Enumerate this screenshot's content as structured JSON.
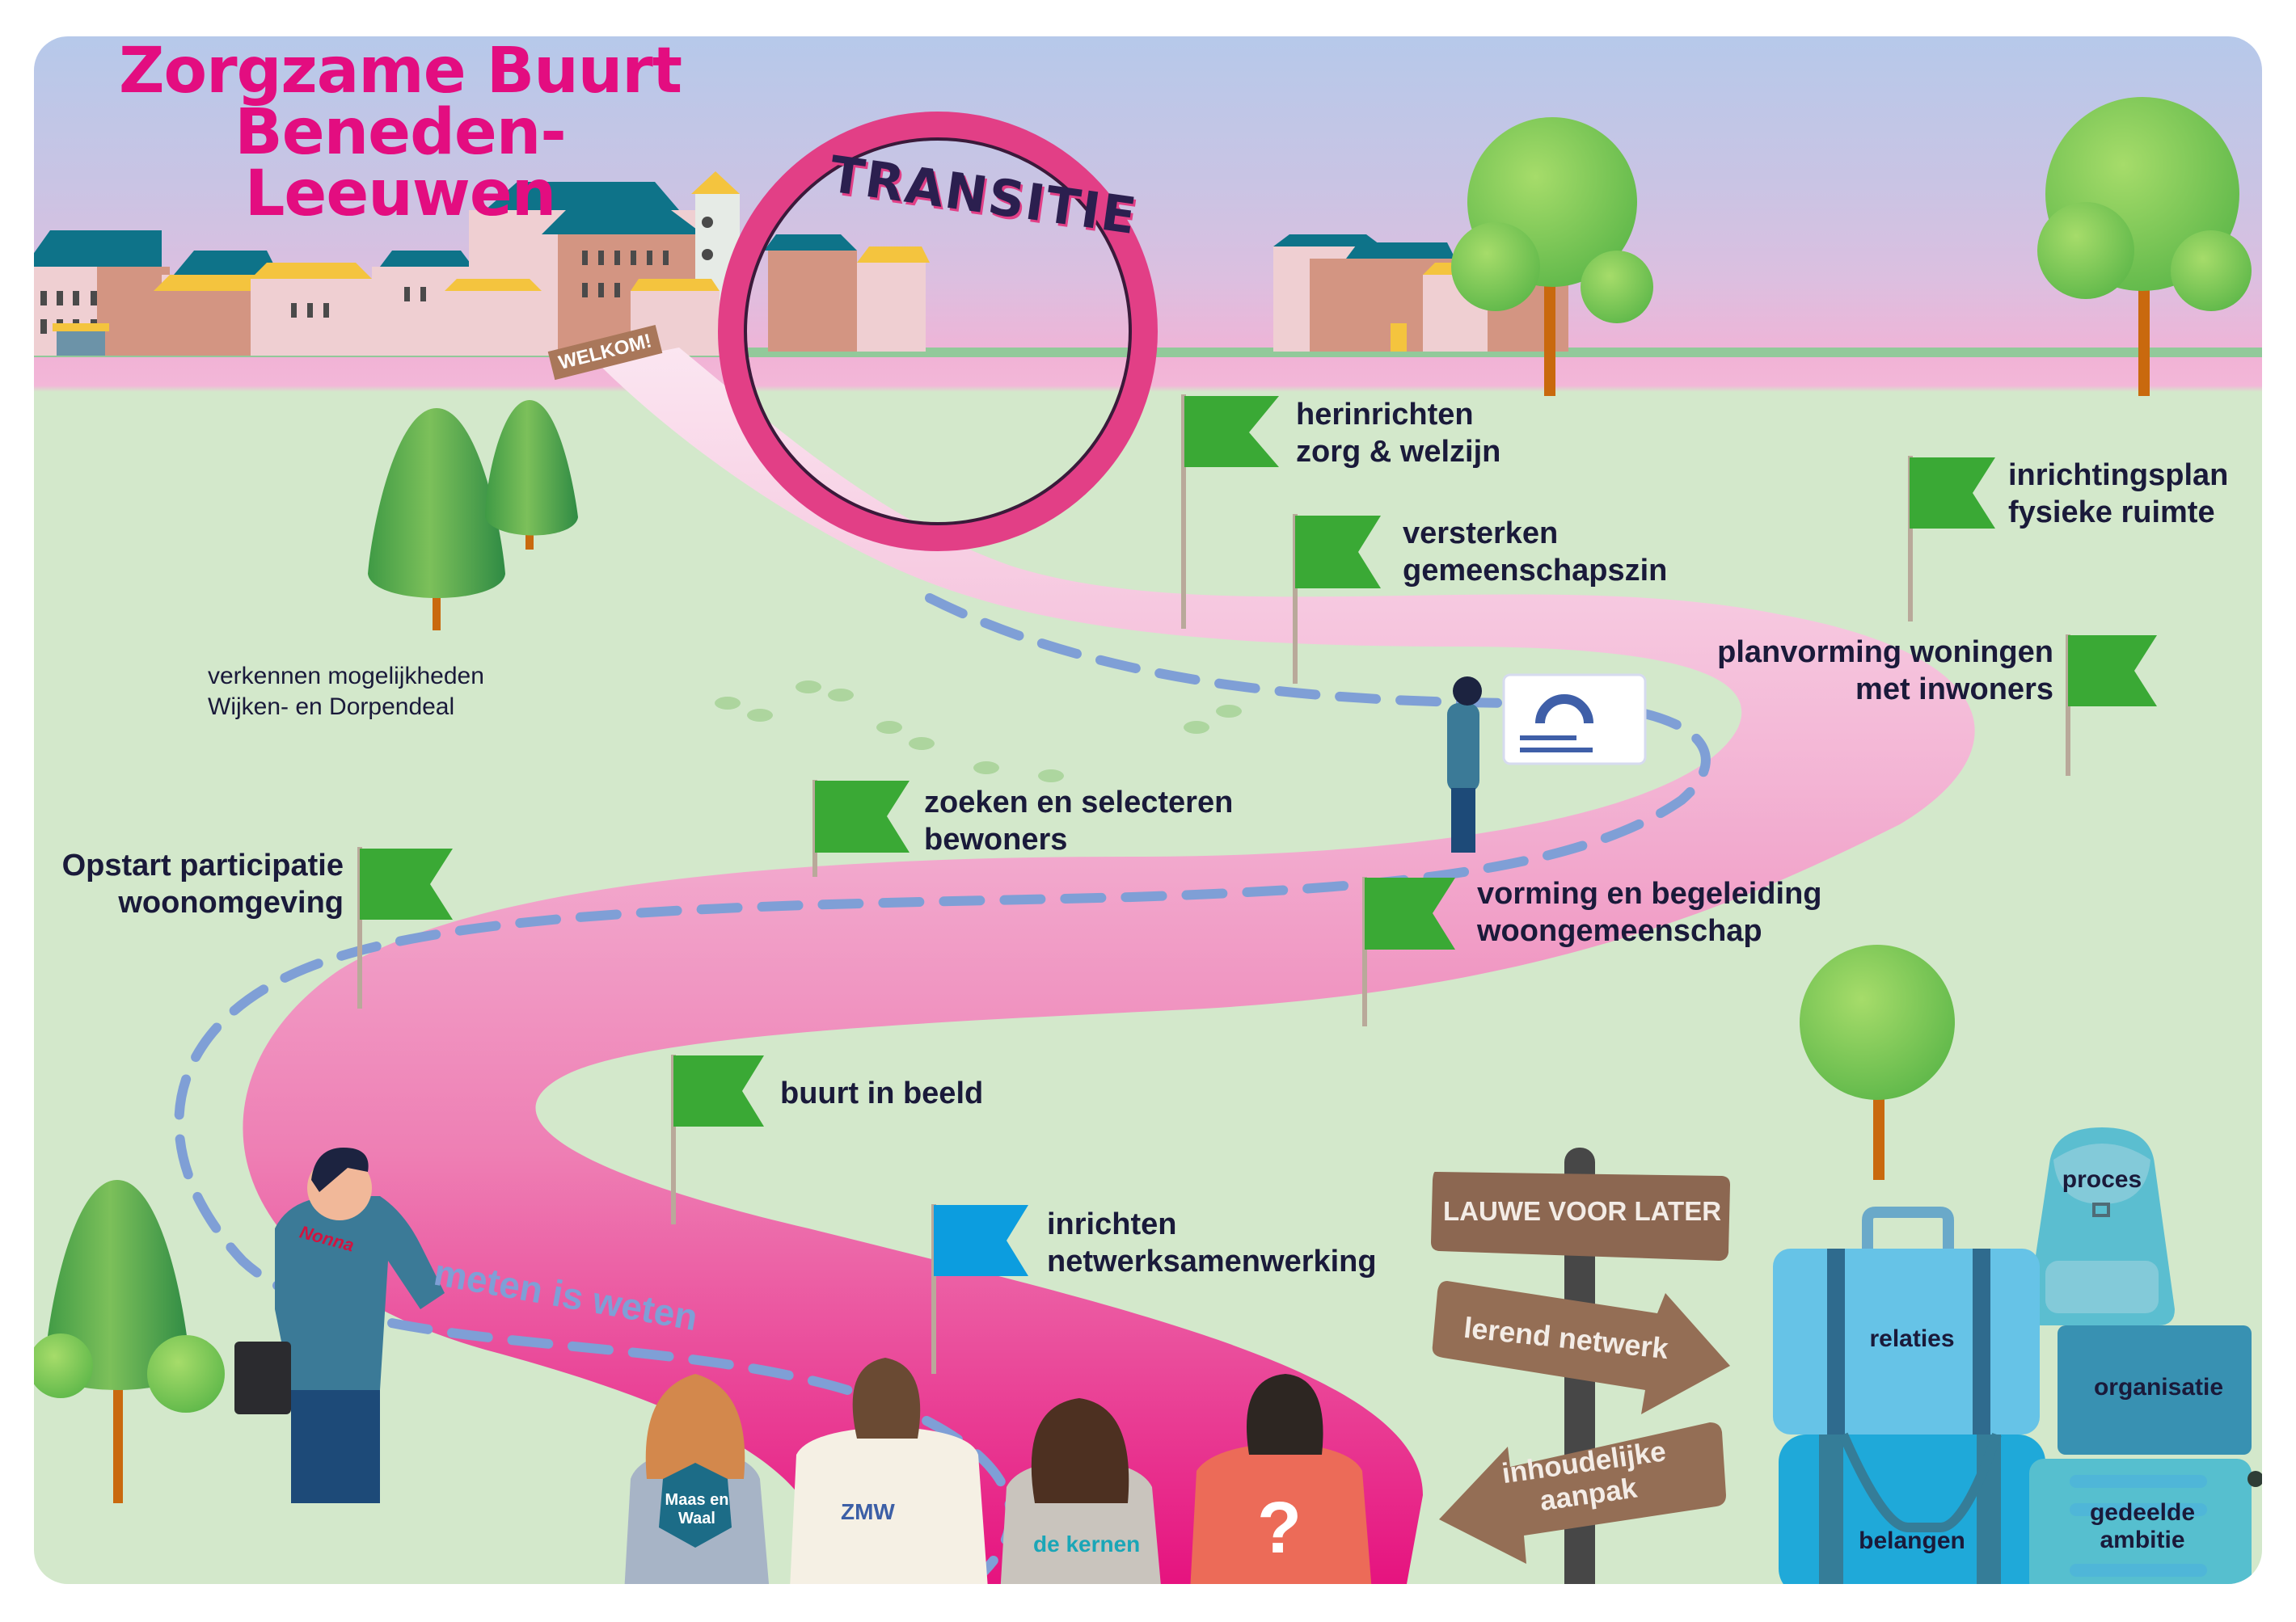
{
  "title": {
    "line1": "Zorgzame Buurt",
    "line2": "Beneden-Leeuwen"
  },
  "colors": {
    "title_pink": "#e30d80",
    "path_pink": "#ec5fa0",
    "grass": "#d3e8cb",
    "flag_green": "#3aa935",
    "flag_blue": "#0c9ddf",
    "label_dark": "#1a1a3a",
    "signpost_brown": "#8c6751",
    "dashed_route": "#7f9fd6"
  },
  "portal": {
    "label": "TRANSITIE"
  },
  "welcome_sign": "WELKOM!",
  "milestones": [
    {
      "id": "herinrichten",
      "line1": "herinrichten",
      "line2": "zorg & welzijn",
      "flag": "green"
    },
    {
      "id": "versterken",
      "line1": "versterken",
      "line2": "gemeenschapszin",
      "flag": "green"
    },
    {
      "id": "inrichtingsplan",
      "line1": "inrichtingsplan",
      "line2": "fysieke ruimte",
      "flag": "green"
    },
    {
      "id": "planvorming",
      "line1": "planvorming woningen",
      "line2": "met inwoners",
      "flag": "green"
    },
    {
      "id": "zoeken",
      "line1": "zoeken en selecteren",
      "line2": "bewoners",
      "flag": "green"
    },
    {
      "id": "vorming",
      "line1": "vorming en begeleiding",
      "line2": "woongemeenschap",
      "flag": "green"
    },
    {
      "id": "opstart",
      "line1": "Opstart participatie",
      "line2": "woonomgeving",
      "flag": "green"
    },
    {
      "id": "buurt",
      "line1": "buurt in beeld",
      "line2": "",
      "flag": "green"
    },
    {
      "id": "netwerk",
      "line1": "inrichten",
      "line2": "netwerksamenwerking",
      "flag": "blue"
    }
  ],
  "exploration_note": {
    "line1": "verkennen mogelijkheden",
    "line2": "Wijken- en Dorpendeal"
  },
  "route_caption": "meten is weten",
  "signpost": {
    "top": "LAUWE VOOR LATER",
    "right_arrow": "lerend netwerk",
    "left_arrow_line1": "inhoudelijke",
    "left_arrow_line2": "aanpak"
  },
  "luggage": [
    {
      "id": "proces",
      "label": "proces"
    },
    {
      "id": "relaties",
      "label": "relaties"
    },
    {
      "id": "organisatie",
      "label": "organisatie"
    },
    {
      "id": "belangen",
      "label": "belangen"
    },
    {
      "id": "gedeelde_ambitie",
      "label_line1": "gedeelde",
      "label_line2": "ambitie"
    }
  ],
  "partners": [
    {
      "id": "maas-en-waal",
      "shirt_text": "Maas en Waal",
      "shirt_color": "#a7b4c6"
    },
    {
      "id": "zmw",
      "shirt_text": "ZMW",
      "shirt_color": "#f5f0e4"
    },
    {
      "id": "de-kernen",
      "shirt_text": "de kernen",
      "shirt_color": "#c9c4bd"
    },
    {
      "id": "unknown",
      "shirt_text": "?",
      "shirt_color": "#ec6b58"
    }
  ],
  "walker_shirt": "Nonna"
}
